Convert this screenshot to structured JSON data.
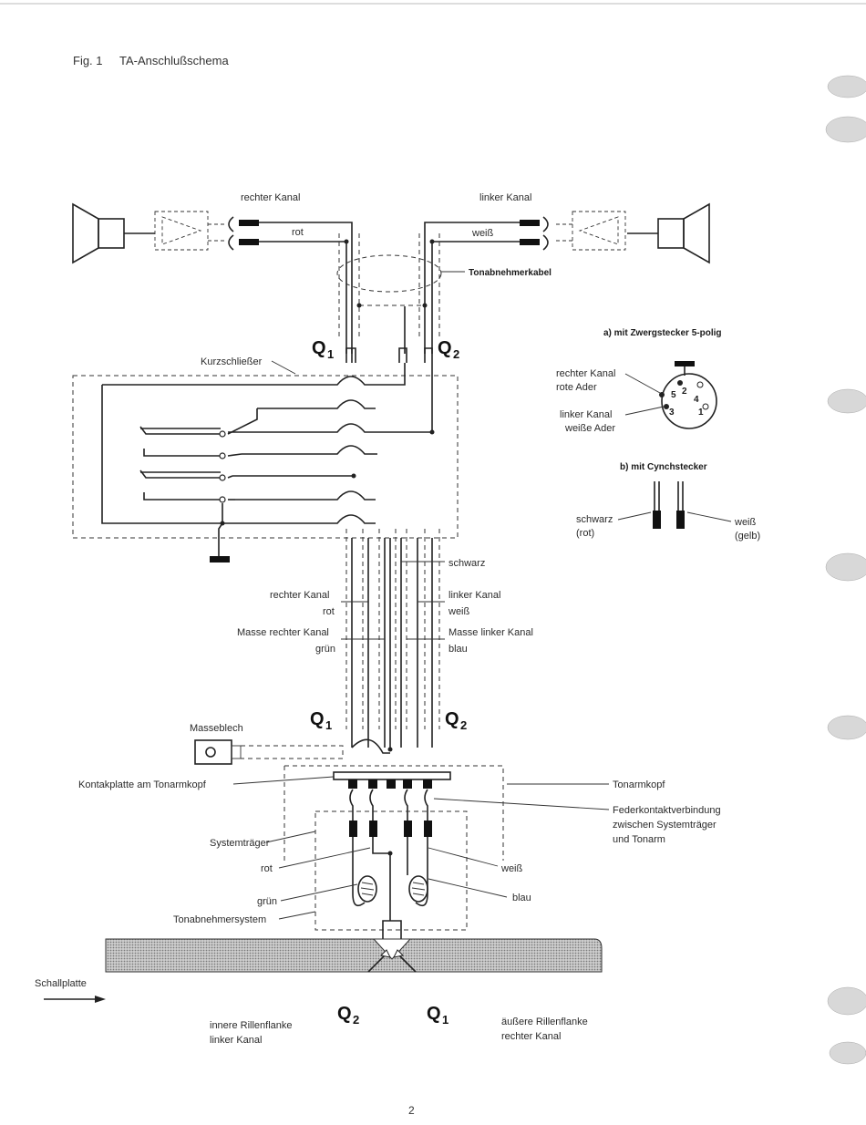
{
  "figure": {
    "label": "Fig. 1",
    "title": "TA-Anschlußschema"
  },
  "page_number": "2",
  "top": {
    "right_channel": "rechter Kanal",
    "left_channel": "linker Kanal",
    "red": "rot",
    "white": "weiß",
    "cable": "Tonabnehmerkabel",
    "short_circuit": "Kurzschließer"
  },
  "q_labels": {
    "q1": "Q",
    "q1_sub": "1",
    "q2": "Q",
    "q2_sub": "2"
  },
  "connector_a": {
    "title": "a) mit Zwergstecker 5-polig",
    "right_channel": "rechter Kanal",
    "red_wire": "rote Ader",
    "left_channel": "linker Kanal",
    "white_wire": "weiße Ader",
    "pins": [
      "5",
      "2",
      "4",
      "3",
      "1"
    ]
  },
  "connector_b": {
    "title": "b) mit Cynchstecker",
    "black": "schwarz",
    "red_paren": "(rot)",
    "white": "weiß",
    "yellow_paren": "(gelb)"
  },
  "arm_cable": {
    "black": "schwarz",
    "right_channel": "rechter Kanal",
    "red": "rot",
    "right_ground": "Masse rechter Kanal",
    "green": "grün",
    "left_channel": "linker Kanal",
    "white": "weiß",
    "left_ground": "Masse linker Kanal",
    "blue": "blau"
  },
  "head": {
    "ground_plate": "Masseblech",
    "contact_plate": "Kontakplatte am Tonarmkopf",
    "tonearm_head": "Tonarmkopf",
    "spring_contact_1": "Federkontaktverbindung",
    "spring_contact_2": "zwischen Systemträger",
    "spring_contact_3": "und Tonarm",
    "system_carrier": "Systemträger",
    "red": "rot",
    "green": "grün",
    "cartridge": "Tonabnehmersystem",
    "white": "weiß",
    "blue": "blau"
  },
  "record": {
    "label": "Schallplatte",
    "inner_1": "innere Rillenflanke",
    "inner_2": "linker Kanal",
    "outer_1": "äußere Rillenflanke",
    "outer_2": "rechter Kanal"
  }
}
